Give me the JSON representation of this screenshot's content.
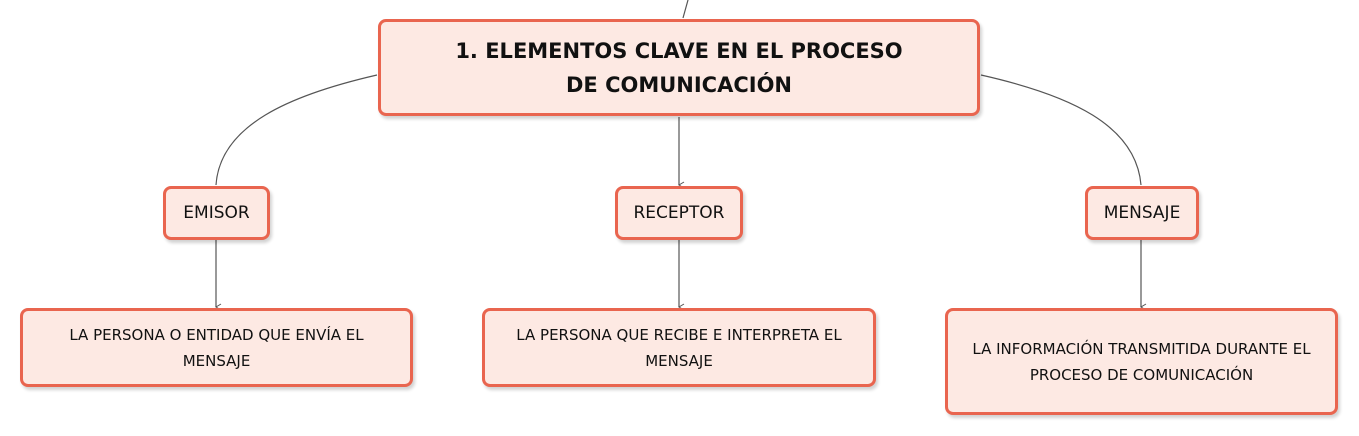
{
  "diagram": {
    "root": {
      "label": "1. ELEMENTOS CLAVE EN EL PROCESO DE COMUNICACIÓN"
    },
    "elements": [
      {
        "id": "emisor",
        "label": "EMISOR",
        "definition": "LA PERSONA O ENTIDAD QUE ENVÍA EL MENSAJE"
      },
      {
        "id": "receptor",
        "label": "RECEPTOR",
        "definition": "LA PERSONA QUE RECIBE E INTERPRETA EL MENSAJE"
      },
      {
        "id": "mensaje",
        "label": "MENSAJE",
        "definition": "LA INFORMACIÓN TRANSMITIDA DURANTE EL PROCESO DE COMUNICACIÓN"
      }
    ],
    "colors": {
      "node_fill": "#fde9e3",
      "node_border": "#e9654f",
      "connector": "#555555"
    }
  }
}
